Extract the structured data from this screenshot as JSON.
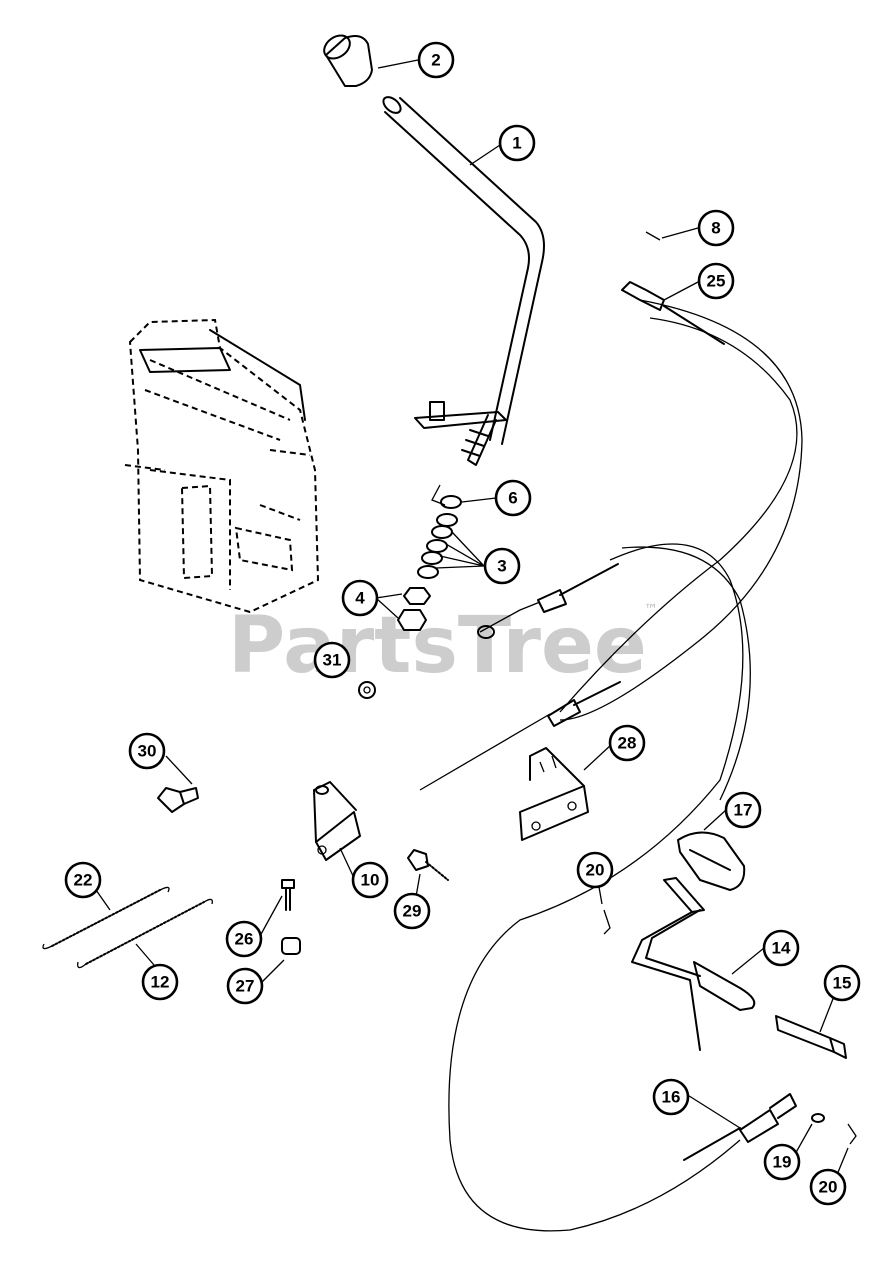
{
  "watermark": {
    "text": "PartsTree",
    "trademark": "™"
  },
  "callouts": [
    {
      "id": "c2",
      "label": "2"
    },
    {
      "id": "c1",
      "label": "1"
    },
    {
      "id": "c8",
      "label": "8"
    },
    {
      "id": "c25",
      "label": "25"
    },
    {
      "id": "c6",
      "label": "6"
    },
    {
      "id": "c3",
      "label": "3"
    },
    {
      "id": "c4",
      "label": "4"
    },
    {
      "id": "c31",
      "label": "31"
    },
    {
      "id": "c30",
      "label": "30"
    },
    {
      "id": "c28",
      "label": "28"
    },
    {
      "id": "c17",
      "label": "17"
    },
    {
      "id": "c10",
      "label": "10"
    },
    {
      "id": "c22",
      "label": "22"
    },
    {
      "id": "c29",
      "label": "29"
    },
    {
      "id": "c20a",
      "label": "20"
    },
    {
      "id": "c14",
      "label": "14"
    },
    {
      "id": "c26",
      "label": "26"
    },
    {
      "id": "c12",
      "label": "12"
    },
    {
      "id": "c27",
      "label": "27"
    },
    {
      "id": "c15",
      "label": "15"
    },
    {
      "id": "c16",
      "label": "16"
    },
    {
      "id": "c19",
      "label": "19"
    },
    {
      "id": "c20b",
      "label": "20"
    }
  ]
}
